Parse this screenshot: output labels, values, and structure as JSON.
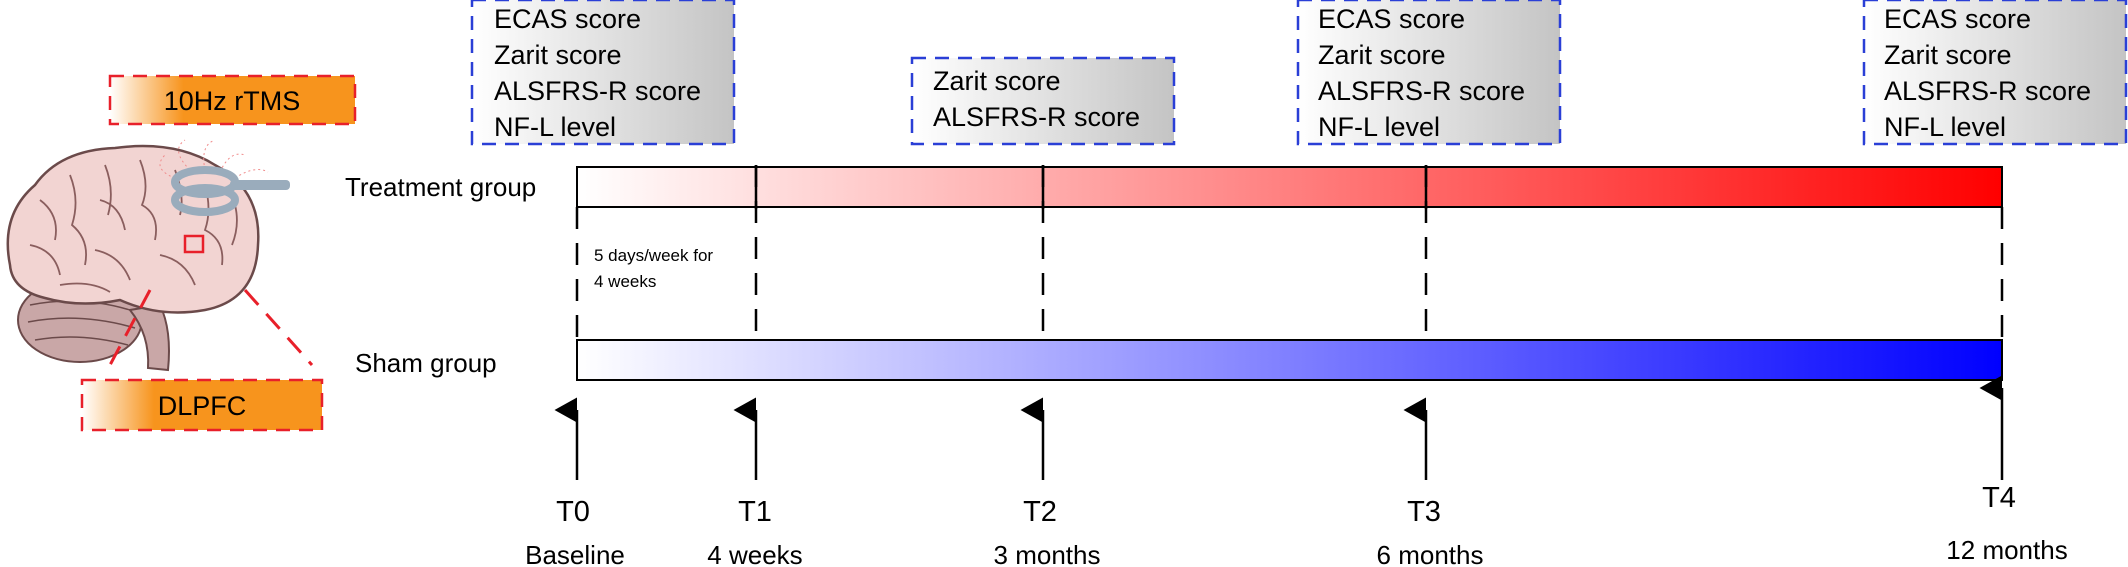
{
  "stimulation_label": "10Hz rTMS",
  "target_label": "DLPFC",
  "groups": {
    "treatment": "Treatment group",
    "sham": "Sham group"
  },
  "dosing_note": [
    "5 days/week for",
    "4 weeks"
  ],
  "timepoints": [
    {
      "id": "T0",
      "label": "Baseline"
    },
    {
      "id": "T1",
      "label": "4 weeks"
    },
    {
      "id": "T2",
      "label": "3 months"
    },
    {
      "id": "T3",
      "label": "6 months"
    },
    {
      "id": "T4",
      "label": "12 months"
    }
  ],
  "assessments": {
    "T0": [
      "ECAS score",
      "Zarit score",
      "ALSFRS-R score",
      "NF-L level"
    ],
    "T2": [
      "Zarit score",
      "ALSFRS-R score"
    ],
    "T3": [
      "ECAS score",
      "Zarit score",
      "ALSFRS-R score",
      "NF-L level"
    ],
    "T4": [
      "ECAS score",
      "Zarit score",
      "ALSFRS-R score",
      "NF-L level"
    ]
  },
  "colors": {
    "treatment_bar": "#ff0000",
    "sham_bar": "#0000ff",
    "orange_label": "#f7941d",
    "dash_red": "#e8202a",
    "dash_blue": "#2a3fd6",
    "coil": "#9aacbc"
  }
}
